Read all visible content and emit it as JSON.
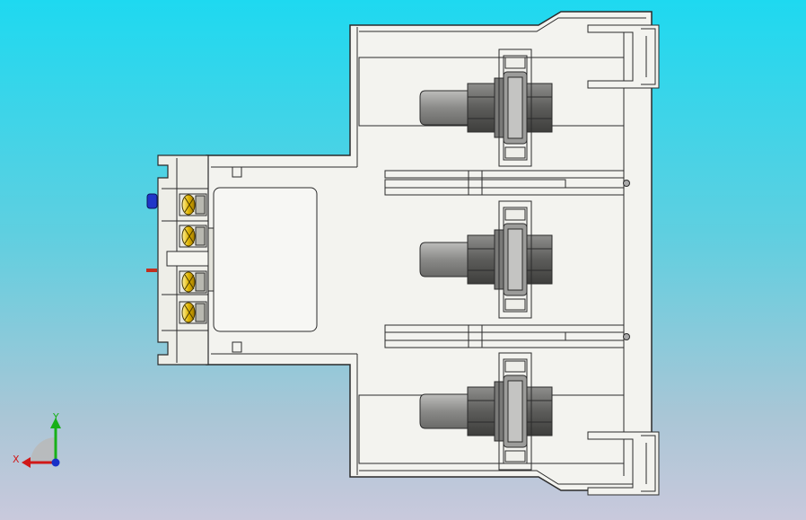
{
  "viewport": {
    "background_top": "#1ed9f0",
    "background_bottom": "#c9c9dc"
  },
  "model": {
    "body_color": "#f3f3ef",
    "edge_color": "#2b2b2b",
    "shade_color": "#c9c9c2",
    "stud_color": "#8a8a88",
    "nut_color": "#5c5c5a",
    "aux_terminal_color": "#e0b400",
    "aux_button_color": "#2036c8",
    "indicator_color": "#c03020",
    "phase_count": 3,
    "aux_contacts": 4
  },
  "triad": {
    "x_label": "X",
    "y_label": "Y",
    "x_color": "#d01818",
    "y_color": "#18b018",
    "z_color": "#1830c8"
  }
}
